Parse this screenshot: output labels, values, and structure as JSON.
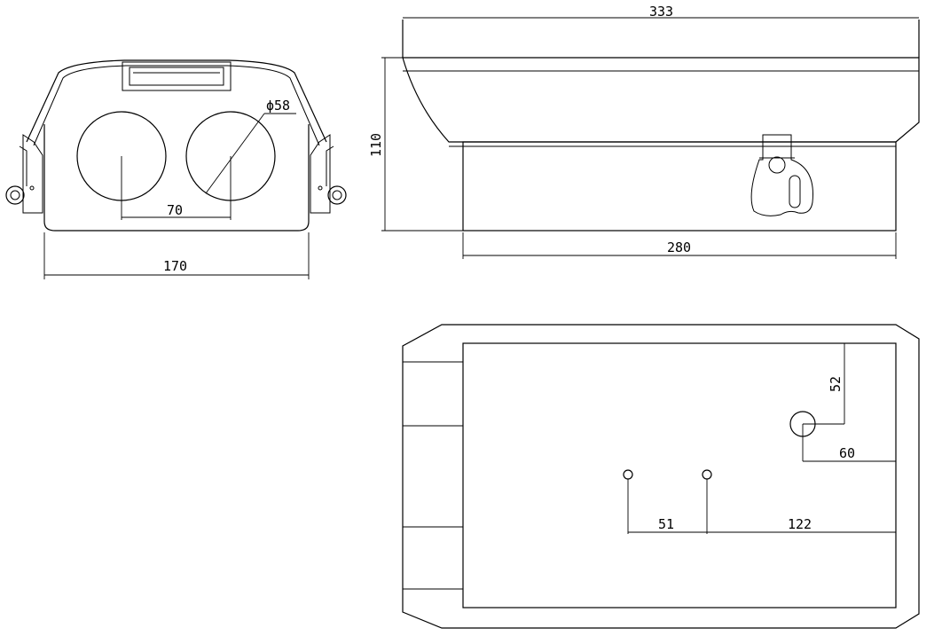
{
  "front_view": {
    "width_label": "170",
    "spacing_label": "70",
    "diameter_label": "ϕ58"
  },
  "side_view": {
    "length_label": "333",
    "height_label": "110",
    "base_length_label": "280"
  },
  "bottom_view": {
    "hole_offset_y_label": "52",
    "hole_offset_x_label": "60",
    "small_hole_spacing_label": "51",
    "small_hole_offset_label": "122"
  }
}
